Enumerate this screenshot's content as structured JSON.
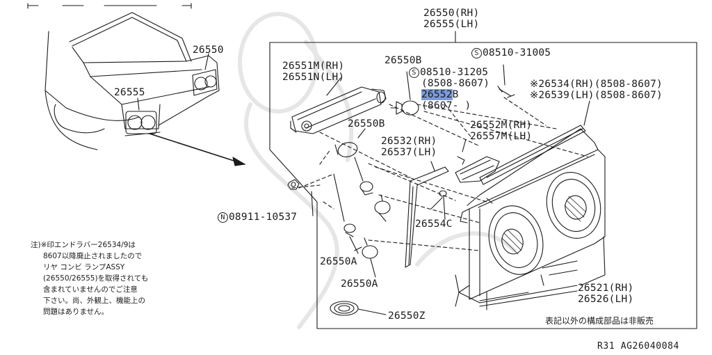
{
  "callouts": {
    "car_26550": "26550",
    "car_26555": "26555",
    "assy_rh": "26550(RH)",
    "assy_lh": "26555(LH)",
    "p26551m": "26551M(RH)",
    "p26551n": "26551N(LH)",
    "p26550b_top": "26550B",
    "screw_08510_31005": "08510-31005",
    "screw_08510_31205": "08510-31205",
    "screw_31205_date": "(8508-8607)",
    "p26534": "※26534(RH)(8508-8607)",
    "p26539": "※26539(LH)(8508-8607)",
    "p26552_num": "26552",
    "p26552_suffix": "B",
    "p26552_date": "(8607-  )",
    "p26550b_mid": "26550B",
    "p26552m": "26552M(RH)",
    "p26557m": "26557M(LH)",
    "p26532": "26532(RH)",
    "p26537": "26537(LH)",
    "p26554c": "26554C",
    "nut_08911": "08911-10537",
    "p26550a_1": "26550A",
    "p26550a_2": "26550A",
    "p26521": "26521(RH)",
    "p26526": "26526(LH)",
    "p26550z": "26550Z",
    "not_sold": "表記以外の構成部品は非販売",
    "ref_code": "R31  AG26040084",
    "s_symbol": "S",
    "n_symbol": "N"
  },
  "note": {
    "line1": "注)※印エンドラバー26534/9は",
    "line2": "8607以降廃止されましたので",
    "line3": "リヤ コンビ ランプASSY",
    "line4": "(26550/26555)を取得されても",
    "line5": "含まれていませんのでご注意",
    "line6": "下さい。尚、外観上、機能上の",
    "line7": "問題はありません。"
  },
  "colors": {
    "line": "#1a1a1a",
    "highlight": "#7d9bd9",
    "watermark": "#e9e9e9"
  }
}
